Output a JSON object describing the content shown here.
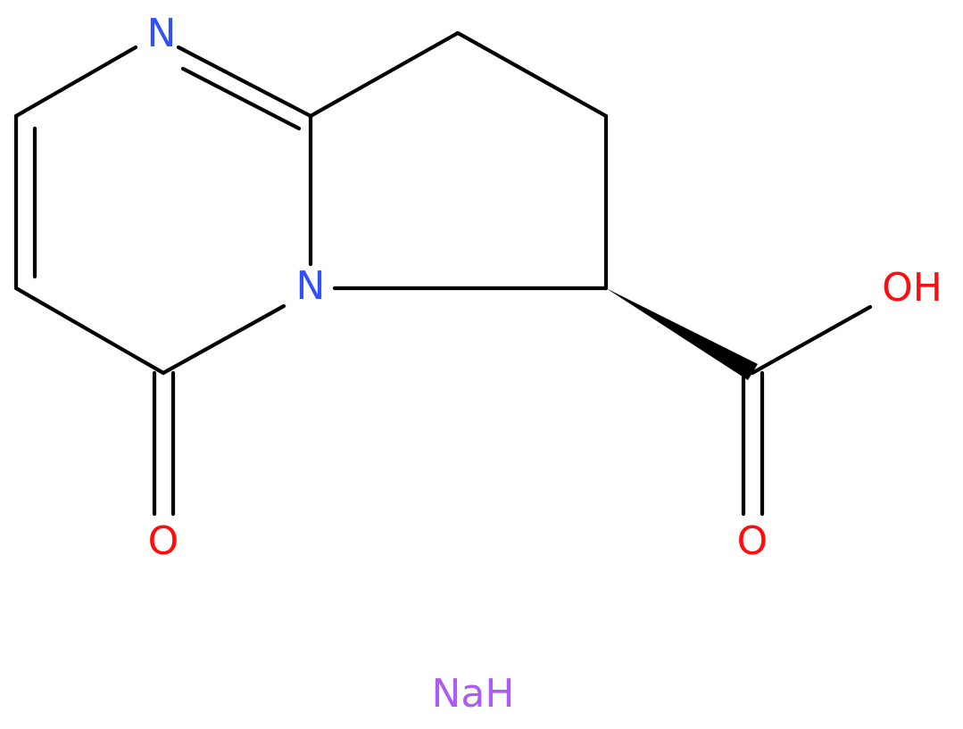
{
  "molecule": {
    "atoms": [
      {
        "id": "n_top",
        "symbol": "N",
        "color": "#3050F8"
      },
      {
        "id": "n_ring",
        "symbol": "N",
        "color": "#3050F8"
      },
      {
        "id": "o_ketone",
        "symbol": "O",
        "color": "#FF0D0D"
      },
      {
        "id": "o_acid",
        "symbol": "O",
        "color": "#FF0D0D"
      },
      {
        "id": "oh",
        "symbol": "OH",
        "color": "#FF0D0D"
      }
    ],
    "counterion": {
      "symbol": "NaH",
      "color": "#AB5CF2"
    }
  }
}
